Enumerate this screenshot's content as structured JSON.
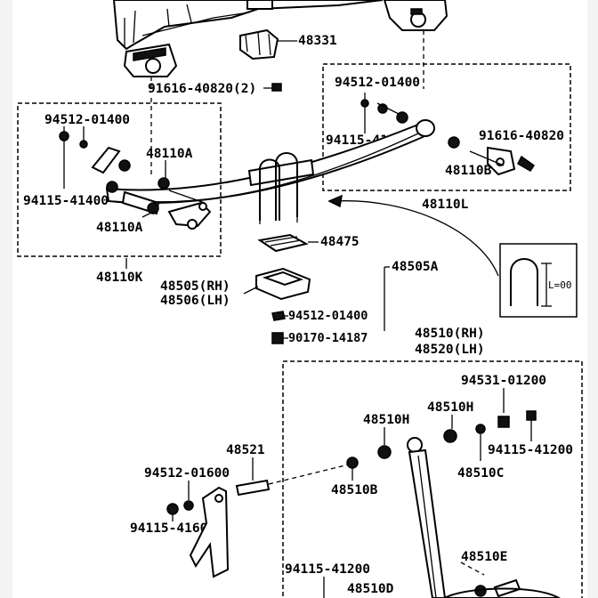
{
  "labels": {
    "p48331": "48331",
    "p91616_upper": "91616-40820(2)",
    "p94512_right": "94512-01400",
    "p94512_left": "94512-01400",
    "p94115_right": "94115-41400",
    "p91616_right": "91616-40820",
    "p48110A_top": "48110A",
    "p48110B": "48110B",
    "p94115_left": "94115-41400",
    "p48110A_bottom": "48110A",
    "p48110L": "48110L",
    "p48475": "48475",
    "p48505A": "48505A",
    "p48110K": "48110K",
    "p48505_rh": "48505(RH)",
    "p48506_lh": "48506(LH)",
    "p94512_lower": "94512-01400",
    "p90170": "90170-14187",
    "p48510_rh": "48510(RH)",
    "p48520_lh": "48520(LH)",
    "p94531": "94531-01200",
    "p48510H_right": "48510H",
    "p48510H_left": "48510H",
    "p94115_41200_right": "94115-41200",
    "p48521": "48521",
    "p48510C": "48510C",
    "p94512_01600": "94512-01600",
    "p48510B": "48510B",
    "p94115_41600": "94115-41600",
    "p94115_41200_bottom": "94115-41200",
    "p48510E": "48510E",
    "p48510D": "48510D",
    "ubolt_length": "L=00"
  }
}
